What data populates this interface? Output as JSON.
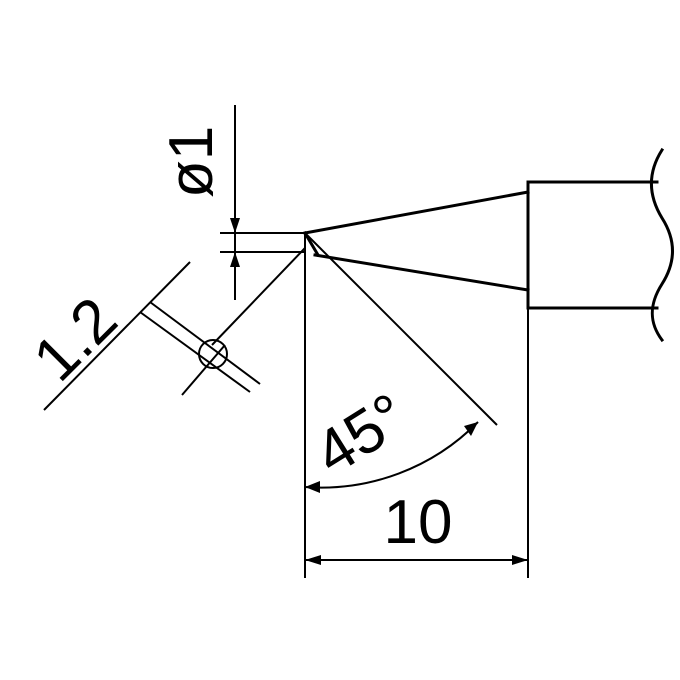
{
  "drawing": {
    "diameter_label": "ø1",
    "bevel_label": "1.2",
    "angle_label": "45°",
    "length_label": "10"
  }
}
